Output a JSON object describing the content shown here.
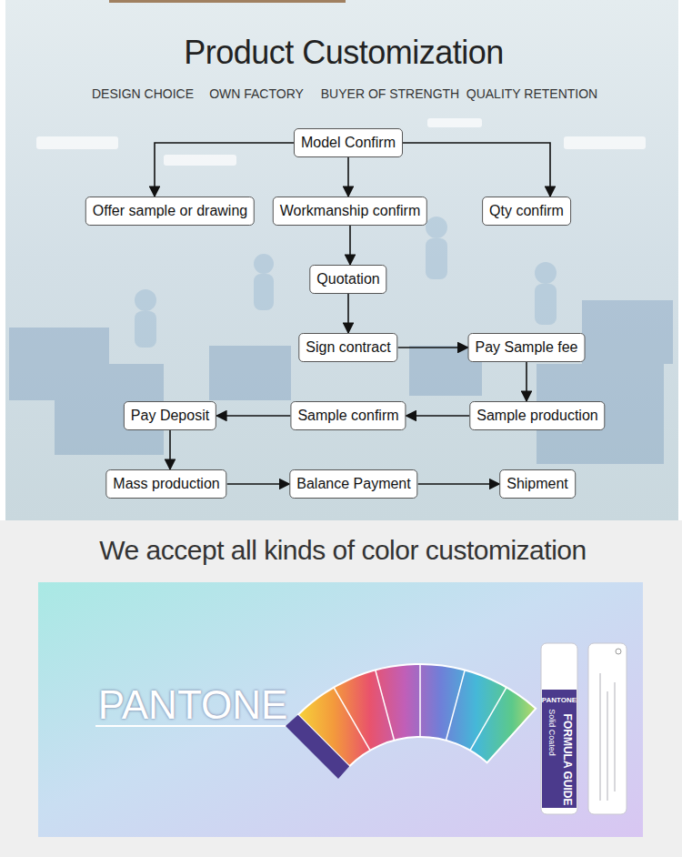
{
  "diagram": {
    "title": "Product Customization",
    "nodes": [
      {
        "text": [
          "Model Confirm"
        ]
      },
      {
        "text": [
          "Offer sample or drawing"
        ]
      },
      {
        "text": [
          "Workmanship confirm"
        ]
      },
      {
        "text": [
          "Qty confirm"
        ]
      },
      {
        "text": [
          "Quotation"
        ]
      },
      {
        "text": [
          "Sign contract"
        ]
      },
      {
        "text": [
          "Pay Sample fee"
        ]
      },
      {
        "text": [
          "Pay Deposit"
        ]
      },
      {
        "text": [
          "Sample confirm"
        ]
      },
      {
        "text": [
          "Sample production"
        ]
      },
      {
        "text": [
          "Mass production"
        ]
      },
      {
        "text": [
          "Balance Payment"
        ]
      },
      {
        "text": [
          "Shipment"
        ]
      }
    ],
    "edges": [
      {
        "from": 0,
        "to": 1,
        "arrow": "to"
      },
      {
        "from": 0,
        "to": 2,
        "arrow": "to"
      },
      {
        "from": 0,
        "to": 3,
        "arrow": "to"
      },
      {
        "from": 2,
        "to": 4,
        "arrow": "to"
      },
      {
        "from": 4,
        "to": 5,
        "arrow": "to"
      },
      {
        "from": 5,
        "to": 6,
        "arrow": "to"
      },
      {
        "from": 6,
        "to": 9,
        "arrow": "to"
      },
      {
        "from": 9,
        "to": 8,
        "arrow": "to"
      },
      {
        "from": 8,
        "to": 7,
        "arrow": "to"
      },
      {
        "from": 7,
        "to": 10,
        "arrow": "to"
      },
      {
        "from": 10,
        "to": 11,
        "arrow": "to"
      },
      {
        "from": 11,
        "to": 12,
        "arrow": "to"
      }
    ],
    "labels": [
      "DESIGN CHOICE",
      "OWN FACTORY",
      "BUYER OF STRENGTH",
      "QUALITY RETENTION",
      "We accept all kinds of color customization",
      "PANTONE",
      "PANTONE",
      "FORMULA GUIDE",
      "Solid Coated"
    ]
  }
}
